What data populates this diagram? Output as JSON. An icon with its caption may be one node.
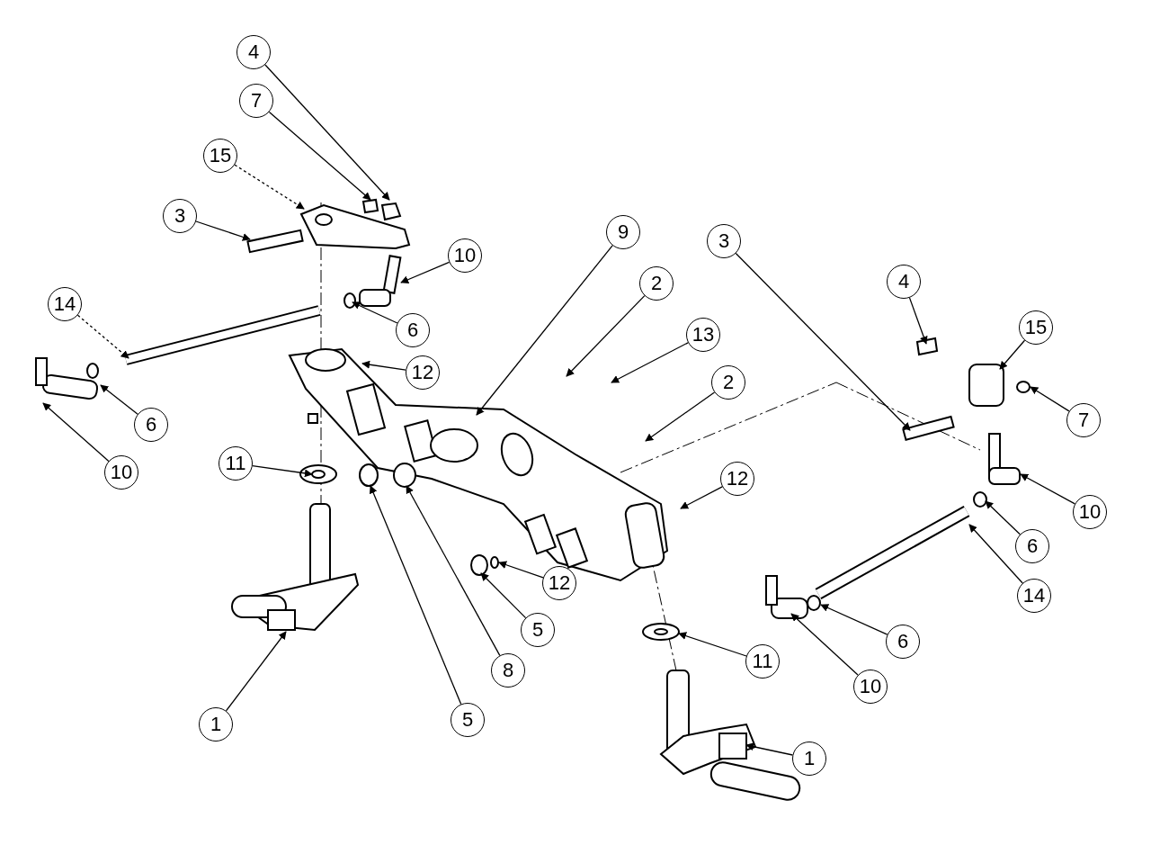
{
  "diagram": {
    "nodes": [
      {
        "text": [
          "4"
        ]
      },
      {
        "text": [
          "7"
        ]
      },
      {
        "text": [
          "15"
        ]
      },
      {
        "text": [
          "3"
        ]
      },
      {
        "text": [
          "10"
        ]
      },
      {
        "text": [
          "6"
        ]
      },
      {
        "text": [
          "14"
        ]
      },
      {
        "text": [
          "12"
        ]
      },
      {
        "text": [
          "6"
        ]
      },
      {
        "text": [
          "10"
        ]
      },
      {
        "text": [
          "11"
        ]
      },
      {
        "text": [
          "9"
        ]
      },
      {
        "text": [
          "2"
        ]
      },
      {
        "text": [
          "13"
        ]
      },
      {
        "text": [
          "2"
        ]
      },
      {
        "text": [
          "3"
        ]
      },
      {
        "text": [
          "4"
        ]
      },
      {
        "text": [
          "15"
        ]
      },
      {
        "text": [
          "7"
        ]
      },
      {
        "text": [
          "12"
        ]
      },
      {
        "text": [
          "10"
        ]
      },
      {
        "text": [
          "6"
        ]
      },
      {
        "text": [
          "14"
        ]
      },
      {
        "text": [
          "6"
        ]
      },
      {
        "text": [
          "10"
        ]
      },
      {
        "text": [
          "11"
        ]
      },
      {
        "text": [
          "12"
        ]
      },
      {
        "text": [
          "5"
        ]
      },
      {
        "text": [
          "8"
        ]
      },
      {
        "text": [
          "5"
        ]
      },
      {
        "text": [
          "1"
        ]
      },
      {
        "text": [
          "1"
        ]
      }
    ],
    "edges": [
      {
        "from": 0,
        "to": null,
        "arrow": "to"
      },
      {
        "from": 1,
        "to": null,
        "arrow": "to"
      },
      {
        "from": 2,
        "to": null,
        "arrow": "to",
        "style": "dashed"
      },
      {
        "from": 3,
        "to": null,
        "arrow": "to"
      },
      {
        "from": 4,
        "to": null,
        "arrow": "to"
      },
      {
        "from": 5,
        "to": null,
        "arrow": "to"
      },
      {
        "from": 6,
        "to": null,
        "arrow": "to",
        "style": "dashed"
      },
      {
        "from": 7,
        "to": null,
        "arrow": "to"
      },
      {
        "from": 8,
        "to": null,
        "arrow": "to"
      },
      {
        "from": 9,
        "to": null,
        "arrow": "to"
      },
      {
        "from": 10,
        "to": null,
        "arrow": "to"
      },
      {
        "from": 11,
        "to": null,
        "arrow": "to"
      },
      {
        "from": 12,
        "to": null,
        "arrow": "to"
      },
      {
        "from": 13,
        "to": null,
        "arrow": "to"
      },
      {
        "from": 14,
        "to": null,
        "arrow": "to"
      },
      {
        "from": 15,
        "to": null,
        "arrow": "to"
      },
      {
        "from": 16,
        "to": null,
        "arrow": "to"
      },
      {
        "from": 17,
        "to": null,
        "arrow": "to"
      },
      {
        "from": 18,
        "to": null,
        "arrow": "to"
      },
      {
        "from": 19,
        "to": null,
        "arrow": "to"
      },
      {
        "from": 20,
        "to": null,
        "arrow": "to"
      },
      {
        "from": 21,
        "to": null,
        "arrow": "to"
      },
      {
        "from": 22,
        "to": null,
        "arrow": "to"
      },
      {
        "from": 23,
        "to": null,
        "arrow": "to"
      },
      {
        "from": 24,
        "to": null,
        "arrow": "to"
      },
      {
        "from": 25,
        "to": null,
        "arrow": "to"
      },
      {
        "from": 26,
        "to": null,
        "arrow": "to"
      },
      {
        "from": 27,
        "to": null,
        "arrow": "to"
      },
      {
        "from": 28,
        "to": null,
        "arrow": "to"
      },
      {
        "from": 29,
        "to": null,
        "arrow": "to"
      },
      {
        "from": 30,
        "to": null,
        "arrow": "to"
      },
      {
        "from": 31,
        "to": null,
        "arrow": "to"
      }
    ]
  }
}
